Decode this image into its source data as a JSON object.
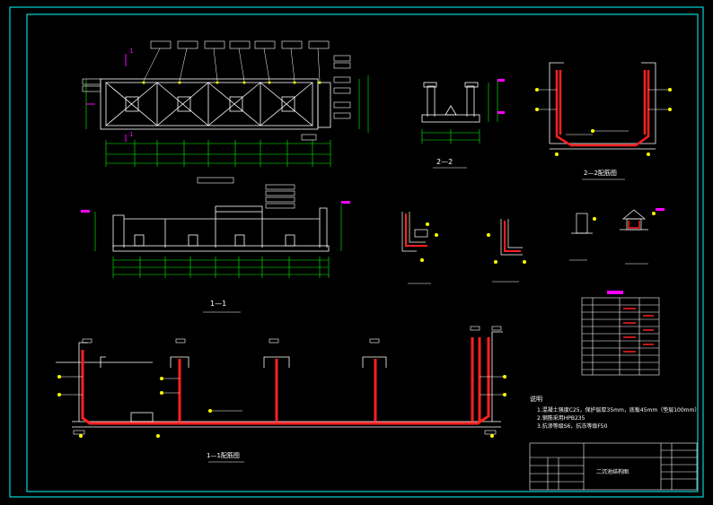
{
  "colors": {
    "background": "#000000",
    "frame": "#00ffff",
    "lines": "#ffffff",
    "dimensions": "#00ff00",
    "rebar": "#ff2020",
    "annotations": "#ff00ff",
    "markers": "#ffff00"
  },
  "views": {
    "section_1_1": "1—1",
    "section_2_2": "2—2",
    "rebar_1_1": "1—1配筋图",
    "rebar_2_2": "2—2配筋图"
  },
  "markers": {
    "cut_1": "1"
  },
  "notes": {
    "title": "说明",
    "line1": "1.混凝土强度C25，保护层厚35mm，底板45mm（垫层100mm）",
    "line2": "2.钢筋采用HPB235",
    "line3": "3.抗渗等级S6，抗冻等级F50"
  },
  "title_block": {
    "drawing_name": "二沉池结构图"
  }
}
